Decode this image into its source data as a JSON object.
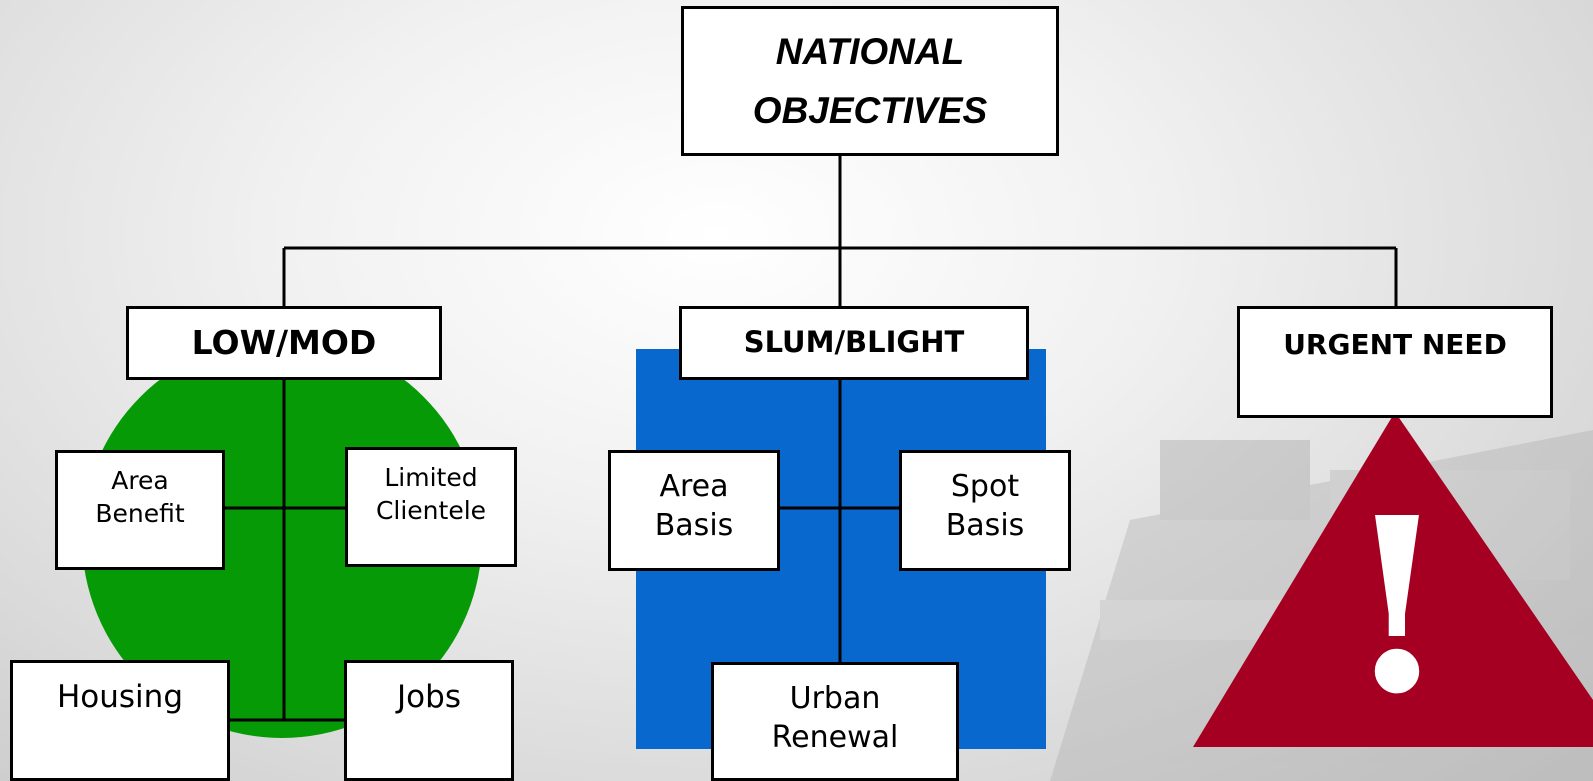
{
  "diagram": {
    "root": {
      "label": "NATIONAL OBJECTIVES"
    },
    "branches": [
      {
        "label": "LOW/MOD",
        "shape": "circle",
        "color": "#079A07",
        "children": [
          "Area Benefit",
          "Limited Clientele",
          "Housing",
          "Jobs"
        ]
      },
      {
        "label": "SLUM/BLIGHT",
        "shape": "square",
        "color": "#0868CE",
        "children": [
          "Area Basis",
          "Spot Basis",
          "Urban Renewal"
        ]
      },
      {
        "label": "URGENT NEED",
        "shape": "warning-triangle",
        "color": "#A50021",
        "symbol": "!"
      }
    ]
  }
}
